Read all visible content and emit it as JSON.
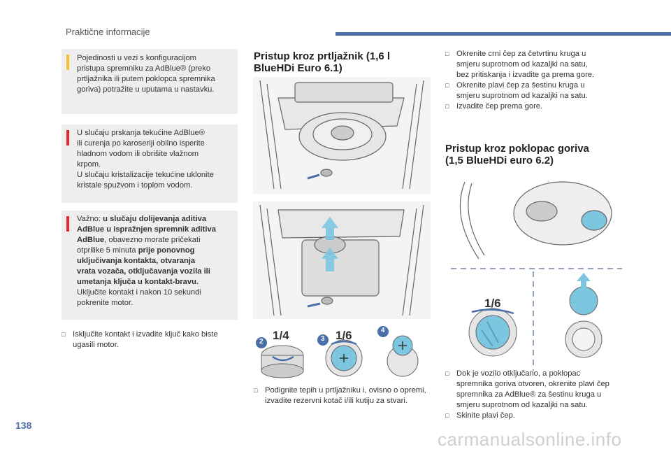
{
  "header": {
    "title": "Praktične informacije"
  },
  "page_number": "138",
  "watermark": "carmanualsonline.info",
  "left": {
    "info_box": [
      "Pojedinosti u vezi s konfiguracijom",
      "pristupa spremniku za AdBlue® (preko",
      "prtljažnika ili putem poklopca spremnika",
      "goriva) potražite u uputama u nastavku."
    ],
    "warn_box1": [
      "U slučaju prskanja tekućine AdBlue®",
      "ili curenja po karoseriji obilno isperite",
      "hladnom vodom ili obrišite vlažnom",
      "krpom.",
      "U slučaju kristalizacije tekućine uklonite",
      "kristale spužvom i toplom vodom."
    ],
    "warn_box2": {
      "l1a": "Važno: ",
      "l1b": "u slučaju dolijevanja aditiva",
      "l2": "AdBlue u ispražnjen spremnik aditiva",
      "l3a": "AdBlue",
      "l3b": ", obavezno morate pričekati",
      "l4": "otprilike 5 minuta ",
      "l4b": "prije ponovnog",
      "l5": "uključivanja kontakta, otvaranja",
      "l6": "vrata vozača, otključavanja vozila ili",
      "l7": "umetanja ključa u kontakt-bravu.",
      "l8": "Uključite kontakt i nakon 10 sekundi",
      "l9": "pokrenite motor."
    },
    "bullet": [
      "Isključite kontakt i izvadite ključ kako biste",
      "ugasili motor."
    ]
  },
  "middle": {
    "heading": [
      "Pristup kroz prtljažnik (1,6 l",
      "BlueHDi Euro 6.1)"
    ],
    "steps": [
      {
        "num": "2",
        "label": "1/4"
      },
      {
        "num": "3",
        "label": "1/6"
      },
      {
        "num": "4",
        "label": ""
      }
    ],
    "bullet": [
      "Podignite tepih u prtljažniku i, ovisno o opremi,",
      "izvadite rezervni kotač i/ili kutiju za stvari."
    ]
  },
  "right": {
    "bullets_top": [
      [
        "Okrenite crni čep za četvrtinu kruga u",
        "smjeru suprotnom od kazaljki na satu,",
        "bez pritiskanja i izvadite ga prema gore."
      ],
      [
        "Okrenite plavi čep za šestinu kruga u",
        "smjeru suprotnom od kazaljki na satu."
      ],
      [
        "Izvadite čep prema gore."
      ]
    ],
    "heading": [
      "Pristup kroz poklopac goriva",
      "(1,5 BlueHDi euro 6.2)"
    ],
    "fig_label": "1/6",
    "bullets_bottom": [
      [
        "Dok je vozilo otključano, a poklopac",
        "spremnika goriva otvoren, okrenite plavi čep",
        "spremnika za AdBlue® za šestinu kruga u",
        "smjeru suprotnom od kazaljki na satu."
      ],
      [
        "Skinite plavi čep."
      ]
    ]
  },
  "colors": {
    "accent": "#4a6ea8",
    "warning": "#e1262d",
    "info": "#f2c230",
    "cap_blue": "#7cc6e0",
    "step_badge": "#4a6ea8"
  }
}
